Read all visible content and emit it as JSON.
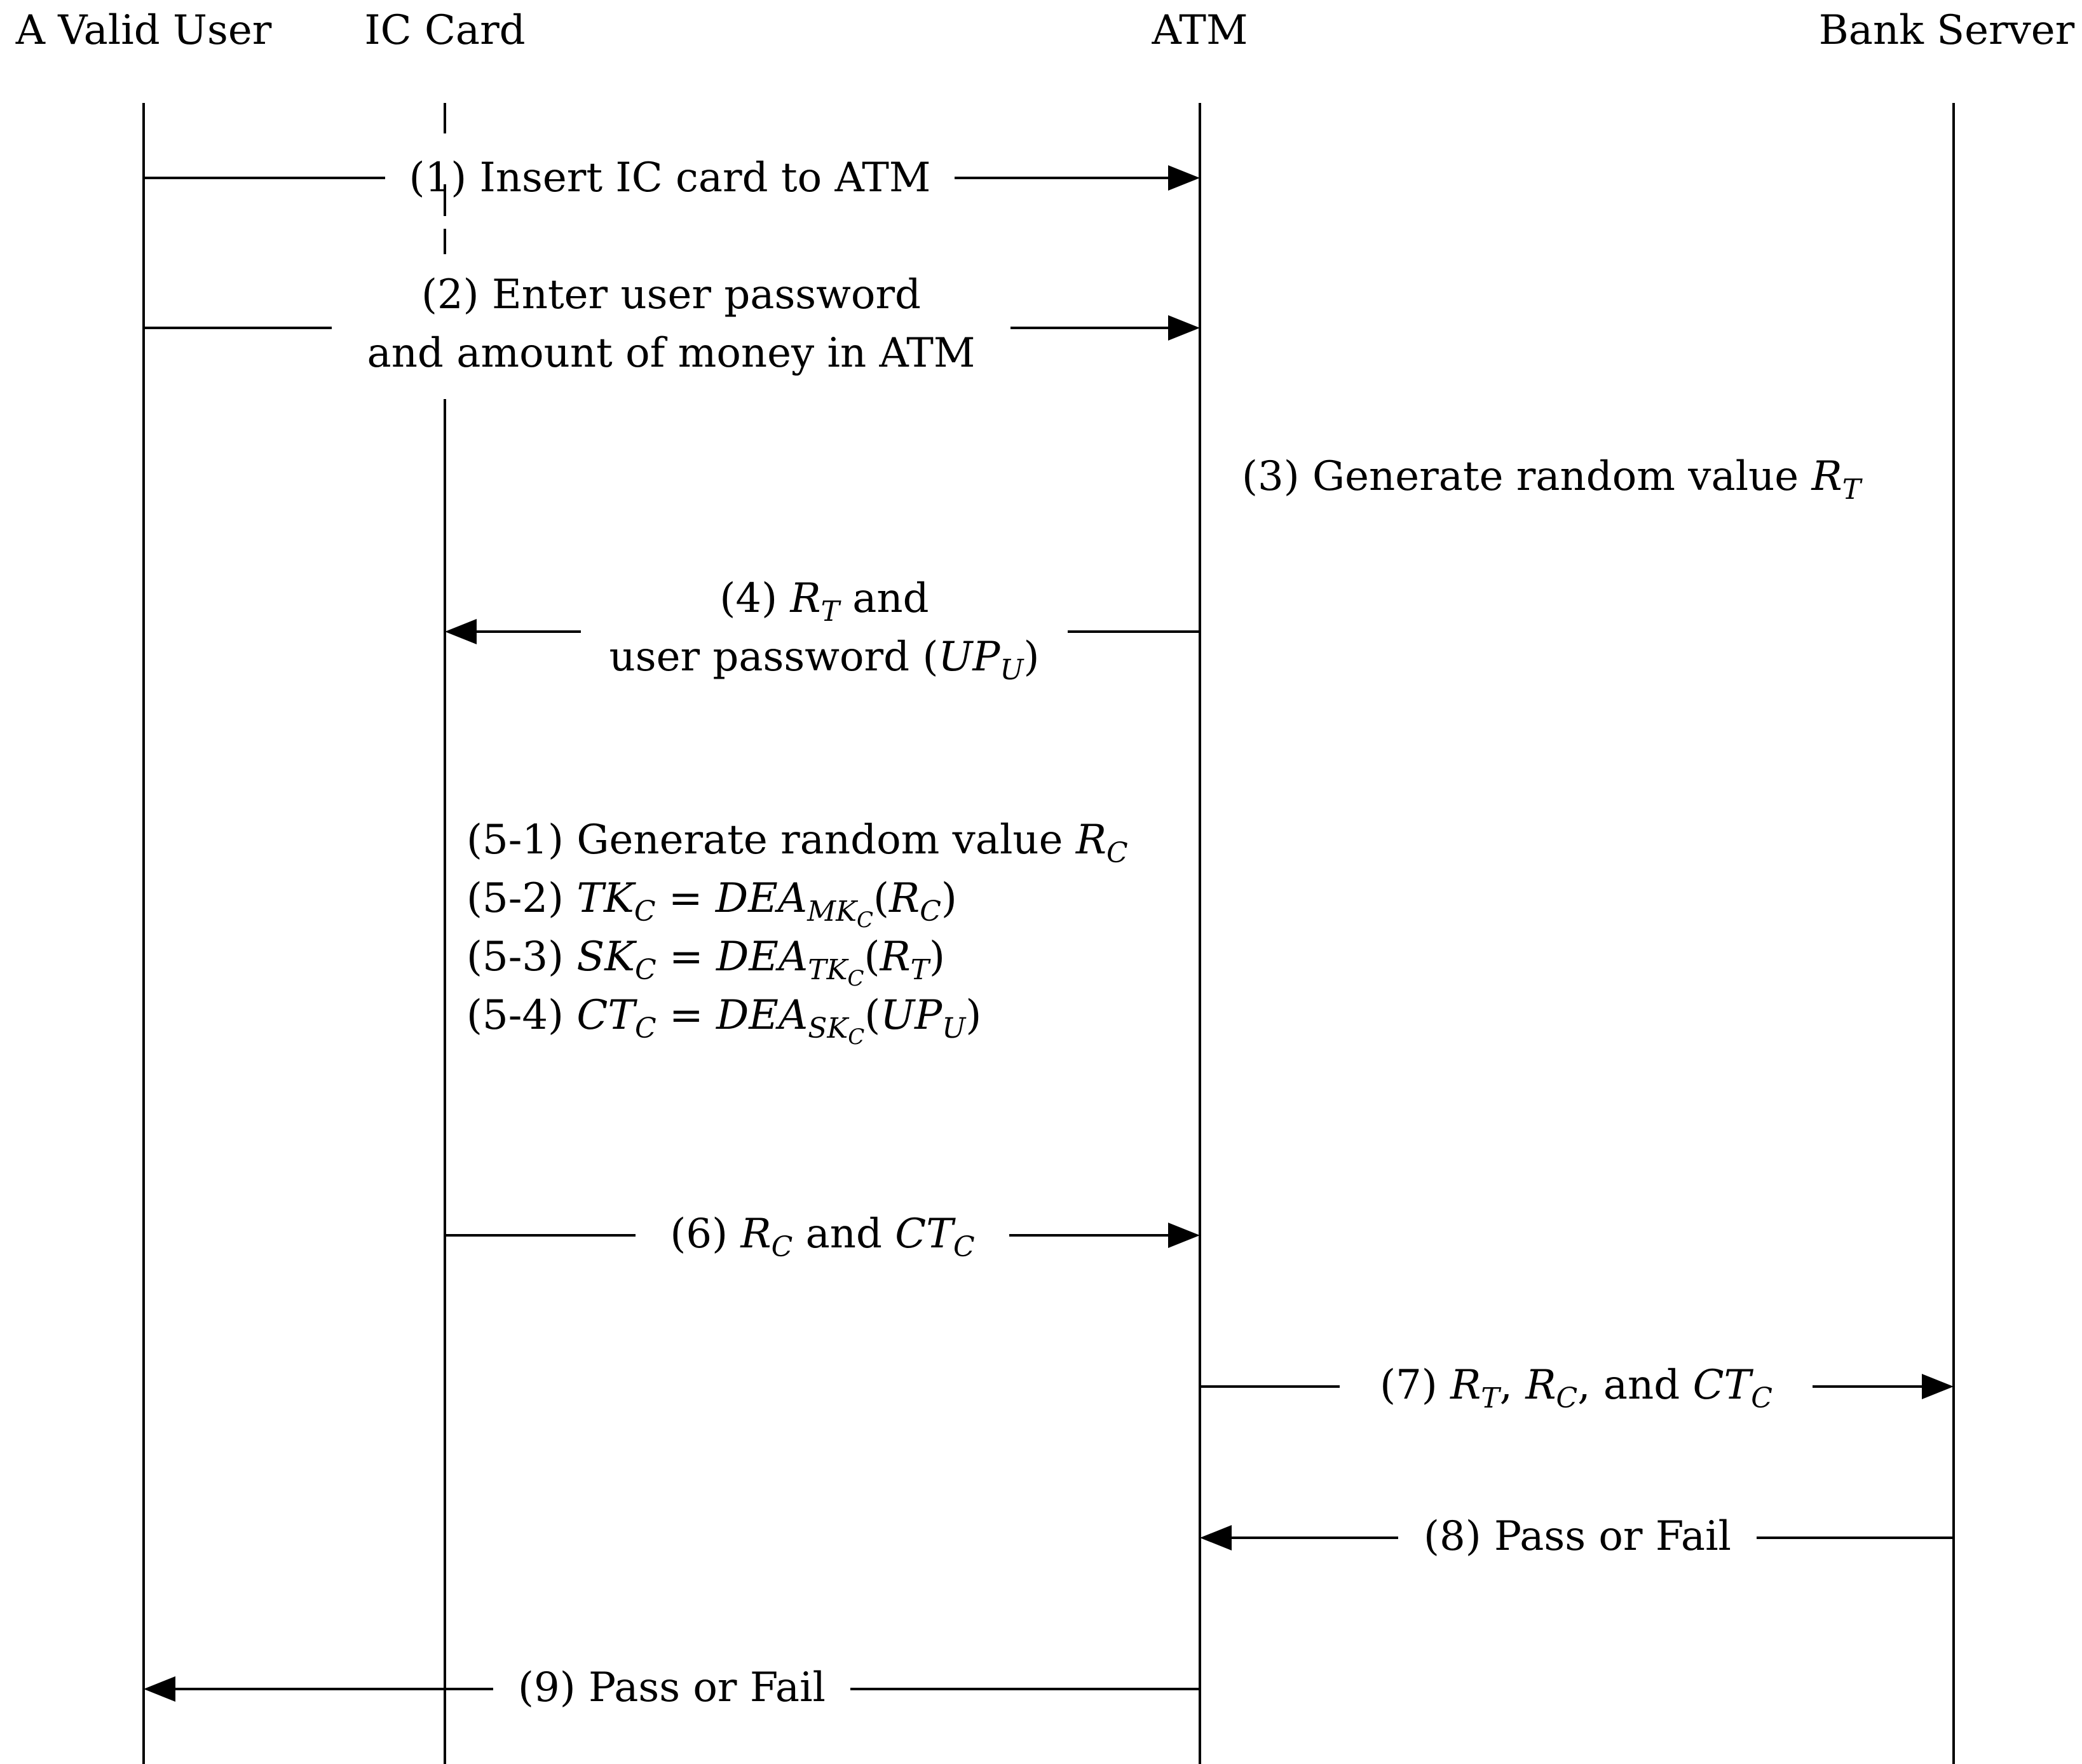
{
  "participants": [
    {
      "id": "user",
      "label": "A Valid User"
    },
    {
      "id": "card",
      "label": "IC Card"
    },
    {
      "id": "atm",
      "label": "ATM"
    },
    {
      "id": "server",
      "label": "Bank Server"
    }
  ],
  "messages": [
    {
      "id": "m1",
      "from": "user",
      "to": "atm",
      "lines": [
        "(1) Insert IC card to ATM"
      ]
    },
    {
      "id": "m2",
      "from": "user",
      "to": "atm",
      "lines": [
        "(2) Enter user password",
        "and amount of money in ATM"
      ]
    },
    {
      "id": "m3",
      "lines": [
        "(3) Generate random value R_T"
      ]
    },
    {
      "id": "m4",
      "from": "atm",
      "to": "card",
      "lines": [
        "(4) R_T and",
        "user password (UP_U)"
      ]
    },
    {
      "id": "m5",
      "lines": [
        "(5-1) Generate random value R_C",
        "(5-2) TK_C = DEA_{MK_C}(R_C)",
        "(5-3) SK_C = DEA_{TK_C}(R_T)",
        "(5-4) CT_C = DEA_{SK_C}(UP_U)"
      ]
    },
    {
      "id": "m6",
      "from": "card",
      "to": "atm",
      "lines": [
        "(6) R_C and CT_C"
      ]
    },
    {
      "id": "m7",
      "from": "atm",
      "to": "server",
      "lines": [
        "(7) R_T, R_C, and CT_C"
      ]
    },
    {
      "id": "m8",
      "from": "server",
      "to": "atm",
      "lines": [
        "(8) Pass or Fail"
      ]
    },
    {
      "id": "m9",
      "from": "atm",
      "to": "user",
      "lines": [
        "(9) Pass or Fail"
      ]
    }
  ],
  "colors": {
    "line": "#000000",
    "background": "#ffffff"
  }
}
